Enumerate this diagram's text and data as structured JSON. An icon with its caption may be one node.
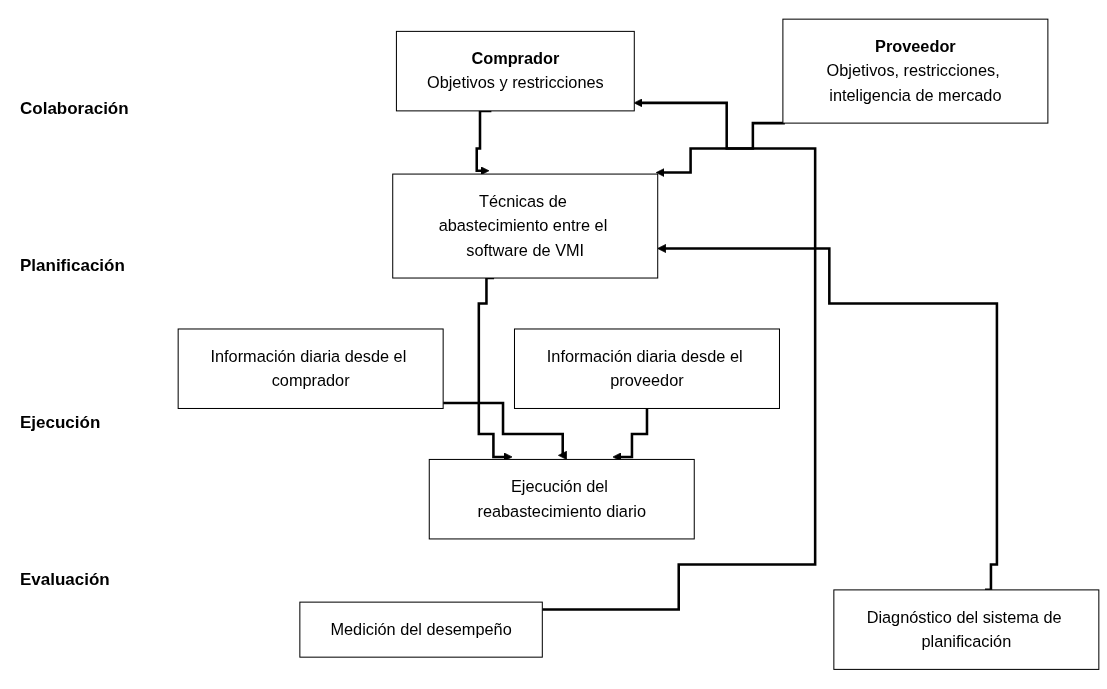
{
  "diagram": {
    "nodes": [
      {
        "text": [
          "Comprador",
          "Objetivos y restricciones"
        ]
      },
      {
        "text": [
          "Proveedor",
          "Objetivos, restricciones, inteligencia de mercado"
        ]
      },
      {
        "text": [
          "Técnicas de abastecimiento entre el software de VMI"
        ]
      },
      {
        "text": [
          "Información diaria desde el comprador"
        ]
      },
      {
        "text": [
          "Información diaria desde el proveedor"
        ]
      },
      {
        "text": [
          "Ejecución del reabastecimiento diario"
        ]
      },
      {
        "text": [
          "Medición del desempeño"
        ]
      },
      {
        "text": [
          "Diagnóstico del sistema de planificación"
        ]
      }
    ],
    "edges": [
      {
        "from": 0,
        "to": 2,
        "arrow": "to"
      },
      {
        "from": 1,
        "to": 2,
        "arrow": "to"
      },
      {
        "from": 2,
        "to": 5,
        "arrow": "to"
      },
      {
        "from": 3,
        "to": 5,
        "arrow": "to"
      },
      {
        "from": 4,
        "to": 5,
        "arrow": "to"
      },
      {
        "from": 6,
        "to": 0,
        "arrow": "to"
      },
      {
        "from": 7,
        "to": 2,
        "arrow": "to"
      }
    ],
    "labels": [
      "Colaboración",
      "Planificación",
      "Ejecución",
      "Evaluación"
    ]
  }
}
